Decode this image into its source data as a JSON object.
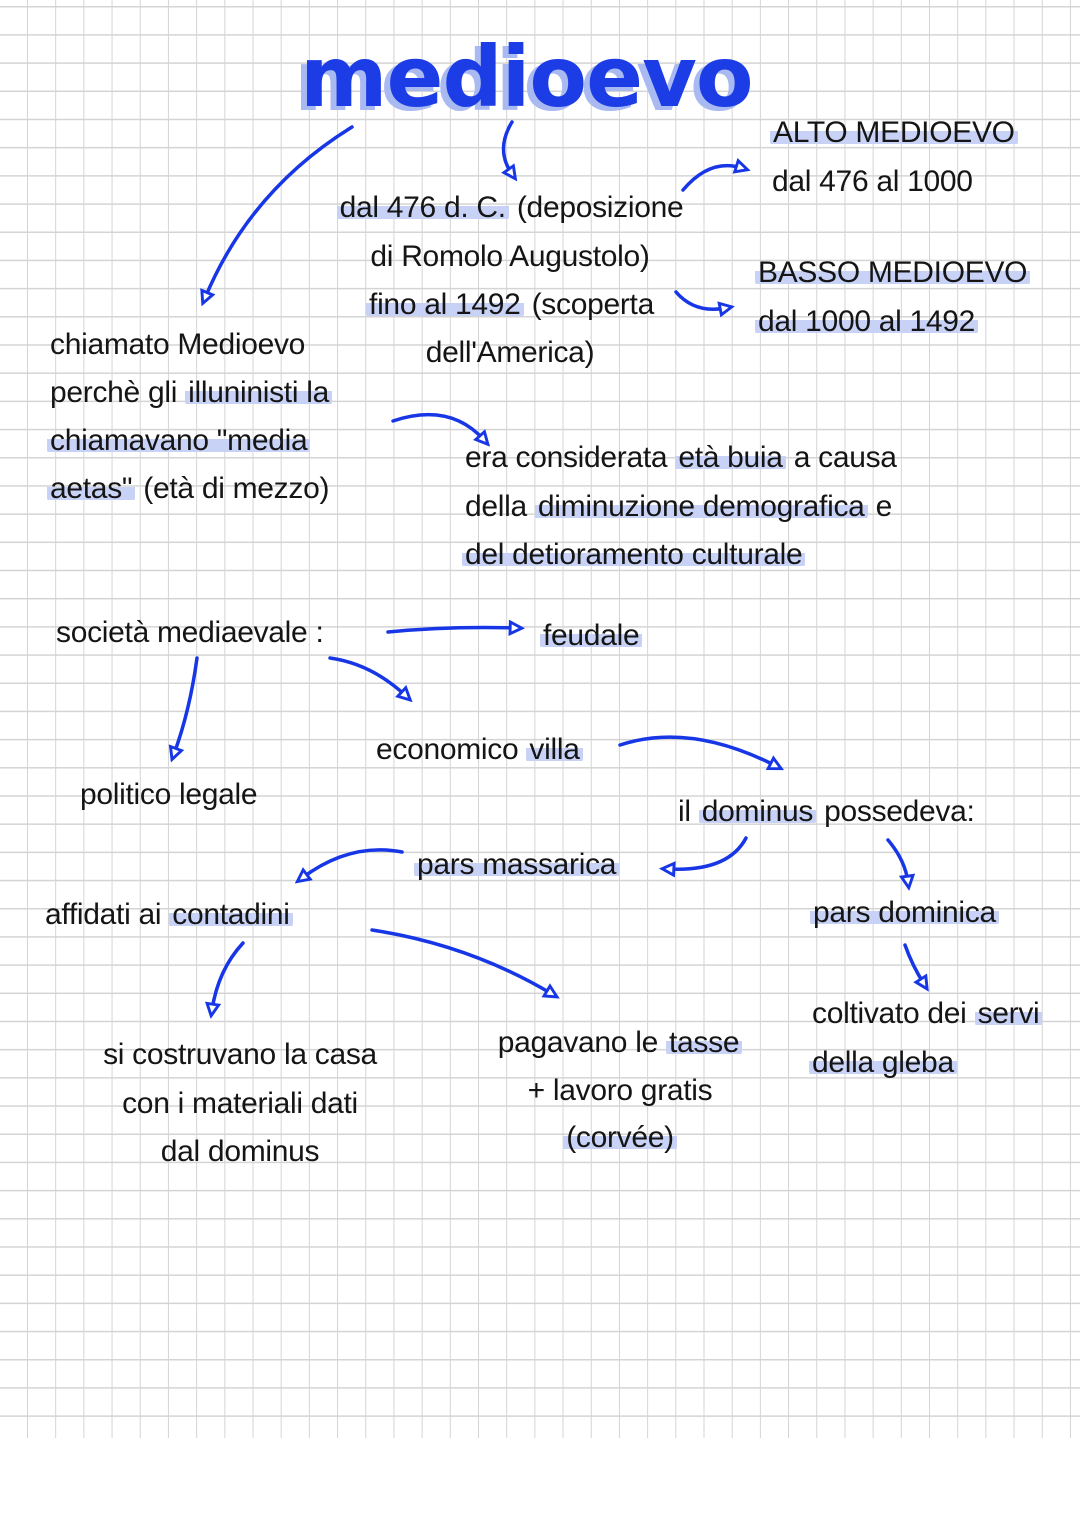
{
  "title": "medioevo",
  "colors": {
    "ink": "#151515",
    "accent": "#1c3ce6",
    "highlight": "#c8d2f6"
  },
  "date": {
    "lines": [
      [
        "dal 476 d. C.",
        " (deposizione"
      ],
      [
        "di Romolo Augustolo)"
      ],
      [
        "fino al 1492",
        " (scoperta"
      ],
      [
        "dell'America)"
      ]
    ]
  },
  "alto": {
    "heading": "ALTO MEDIOEVO",
    "range": "dal 476 al 1000"
  },
  "basso": {
    "heading": "BASSO MEDIOEVO",
    "range": "dal 1000 al 1492"
  },
  "name_origin": {
    "lines": [
      [
        "chiamato Medioevo"
      ],
      [
        "perchè gli ",
        "illuninisti la"
      ],
      [
        "chiamavano \"media"
      ],
      [
        "aetas\"",
        " (età di mezzo)"
      ]
    ]
  },
  "dark_age": {
    "lines": [
      [
        "era considerata ",
        "età buia",
        " a causa"
      ],
      [
        "della ",
        "diminuzione demografica",
        " e"
      ],
      [
        "del detioramento culturale"
      ]
    ]
  },
  "society": {
    "label": "società mediaevale :",
    "feudale": "feudale",
    "economico": [
      "economico ",
      "villa"
    ],
    "politico": "politico legale",
    "dominus": [
      "il ",
      "dominus",
      " possedeva:"
    ],
    "massarica": "pars massarica",
    "affidati": [
      "affidati ai ",
      "contadini"
    ],
    "dominica": "pars dominica",
    "casa": [
      "si costruvano la casa",
      "con i materiali dati",
      "dal dominus"
    ],
    "tasse": [
      [
        "pagavano le ",
        "tasse"
      ],
      [
        "+ lavoro gratis"
      ],
      [
        "(corvée)"
      ]
    ],
    "servi": [
      [
        "coltivato dei ",
        "servi"
      ],
      [
        "della gleba"
      ]
    ]
  }
}
